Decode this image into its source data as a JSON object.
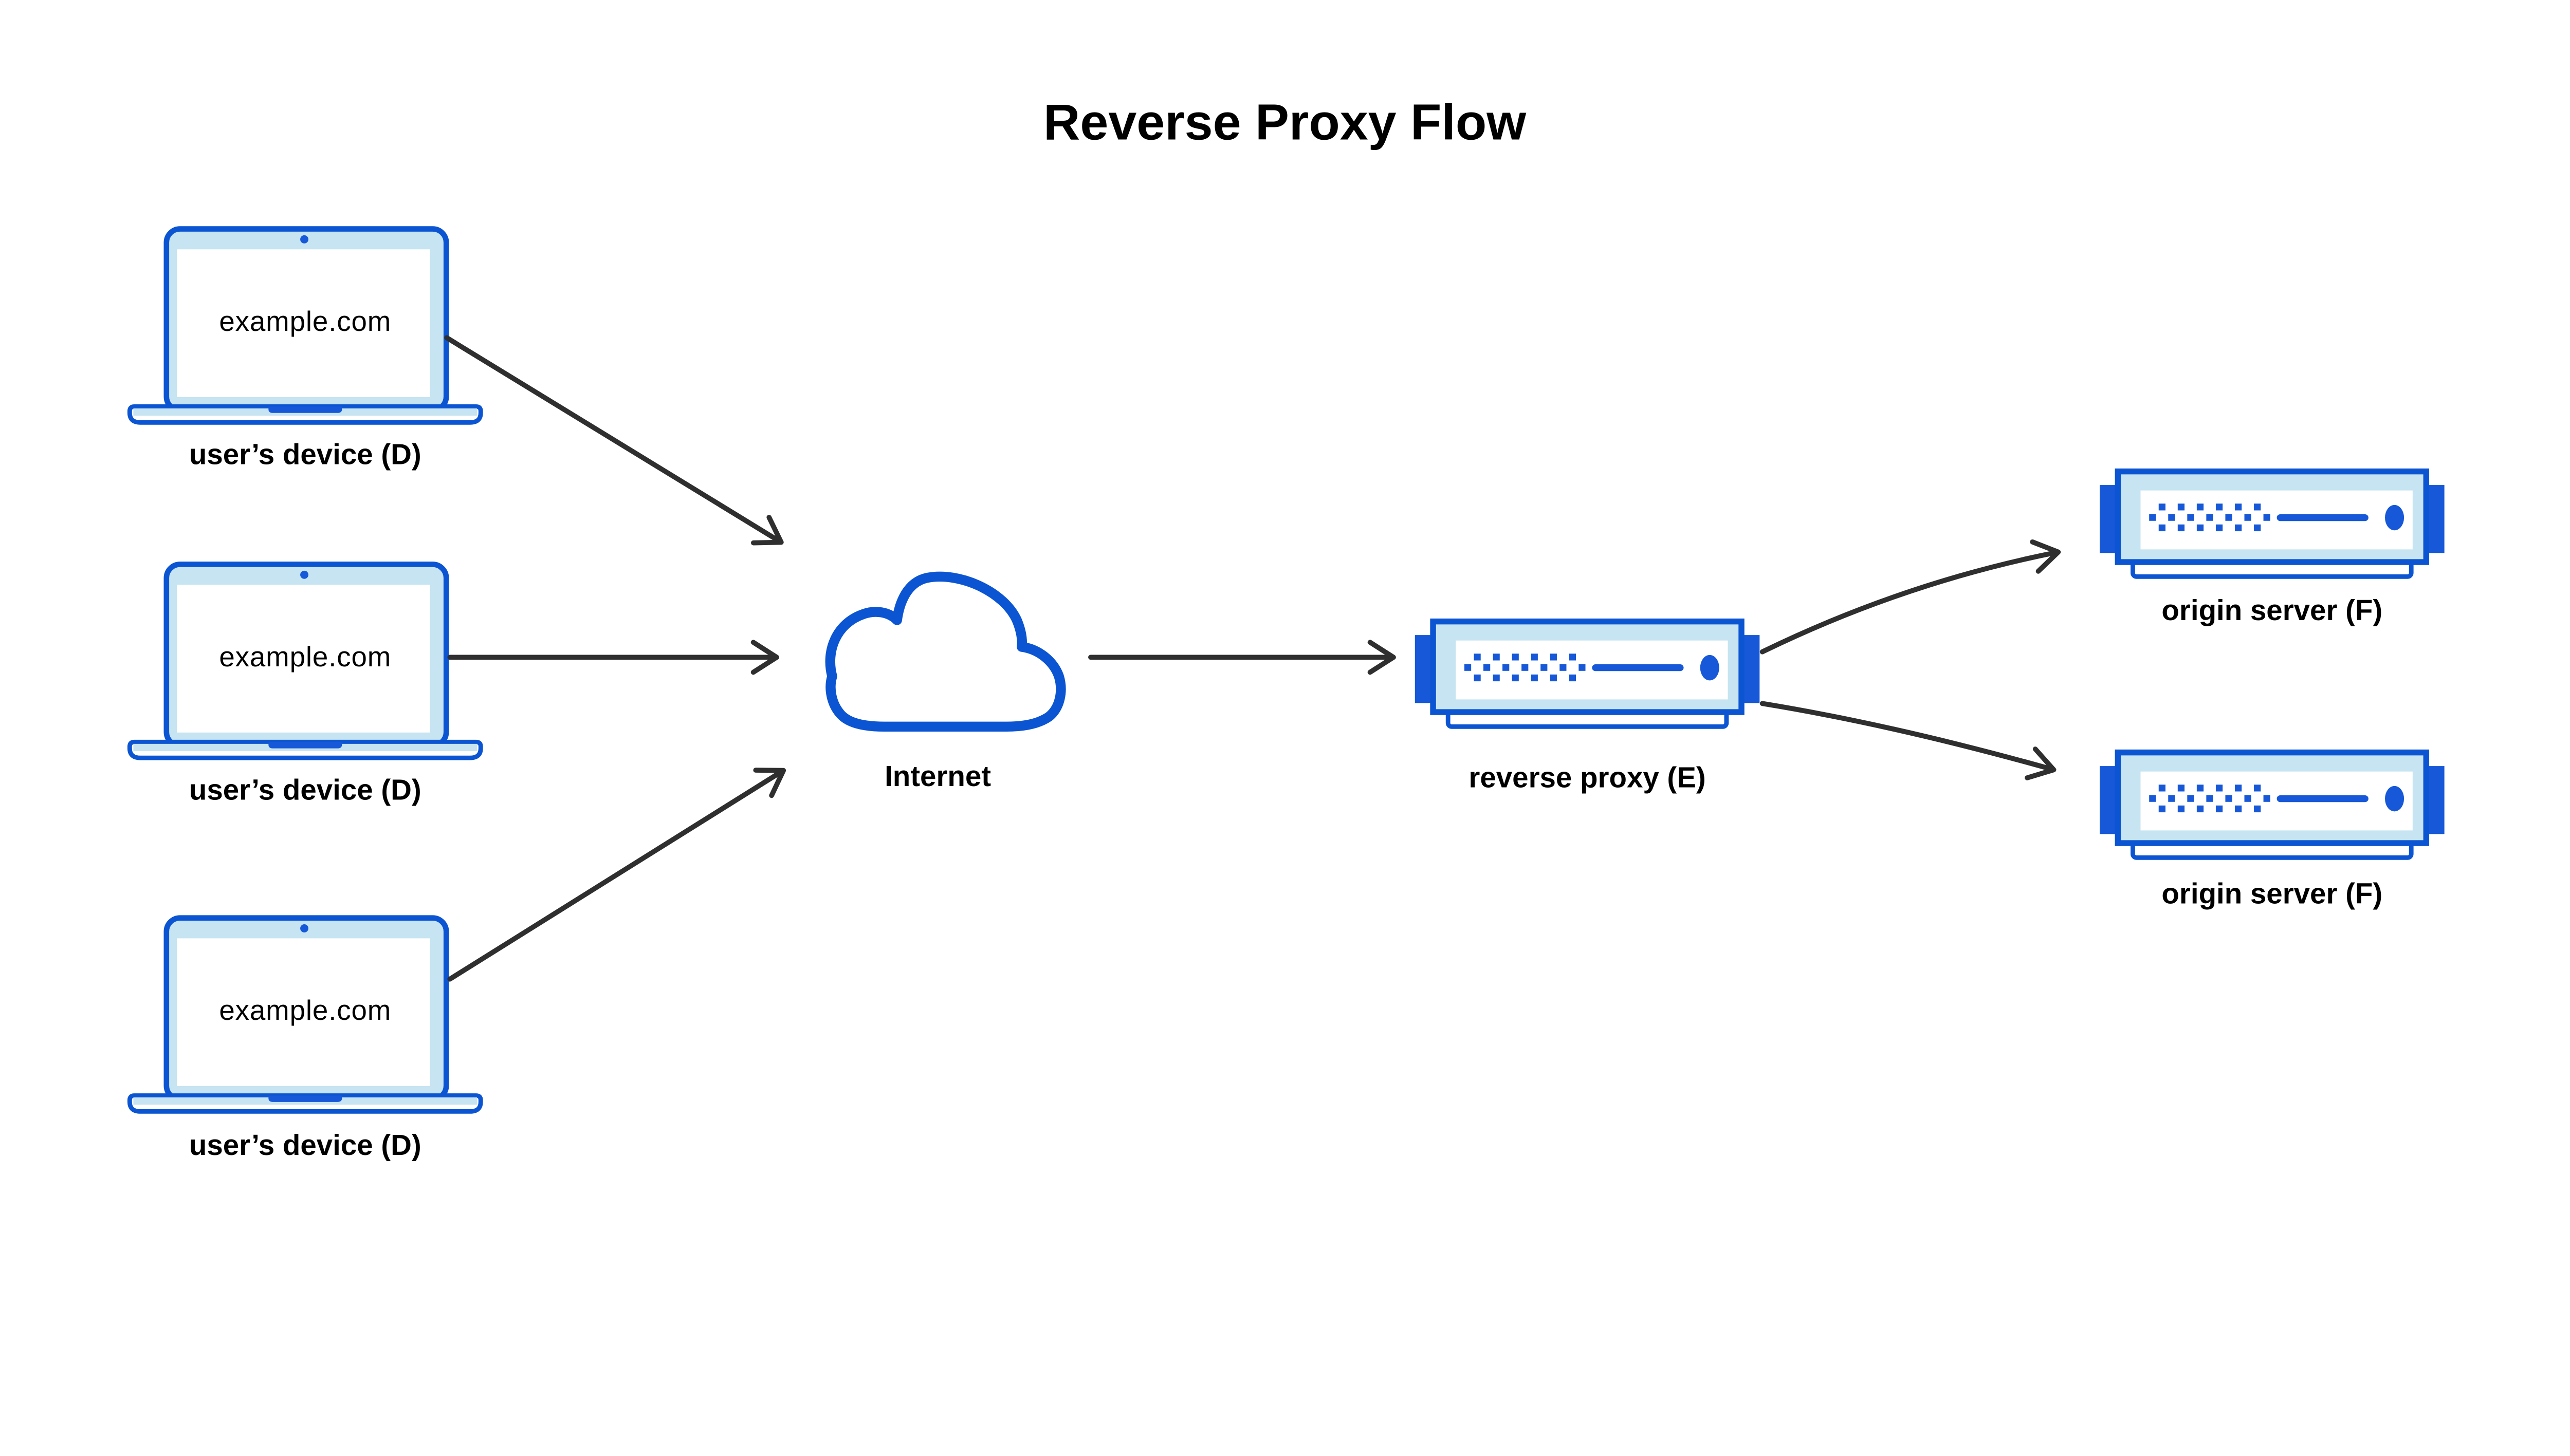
{
  "title": "Reverse Proxy Flow",
  "colors": {
    "accent_blue": "#0c55d2",
    "fill_blue": "#1658d8",
    "light_blue": "#c6e4f1",
    "arrow": "#2f2f2f",
    "text": "#000000",
    "background": "#ffffff"
  },
  "devices": [
    {
      "screen_text": "example.com",
      "label": "user’s device (D)"
    },
    {
      "screen_text": "example.com",
      "label": "user’s device (D)"
    },
    {
      "screen_text": "example.com",
      "label": "user’s device (D)"
    }
  ],
  "internet": {
    "label": "Internet"
  },
  "reverse_proxy": {
    "label": "reverse proxy (E)"
  },
  "origin_servers": [
    {
      "label": "origin server (F)"
    },
    {
      "label": "origin server (F)"
    }
  ],
  "icons": {
    "device": "laptop-icon",
    "internet": "cloud-icon",
    "reverse_proxy": "server-icon",
    "origin_server": "server-icon",
    "connector": "arrow-icon"
  }
}
